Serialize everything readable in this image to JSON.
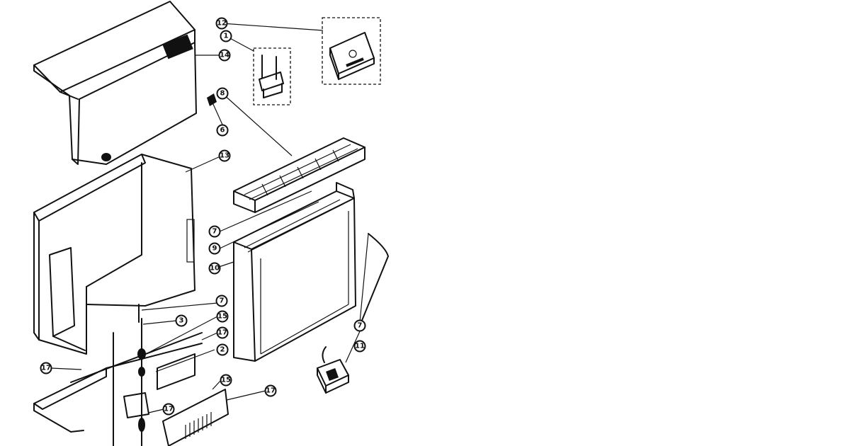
{
  "callouts": [
    {
      "id": "c12",
      "label": "12"
    },
    {
      "id": "c1",
      "label": "1"
    },
    {
      "id": "c14",
      "label": "14"
    },
    {
      "id": "c8",
      "label": "8"
    },
    {
      "id": "c6",
      "label": "6"
    },
    {
      "id": "c13",
      "label": "13"
    },
    {
      "id": "c7a",
      "label": "7"
    },
    {
      "id": "c9",
      "label": "9"
    },
    {
      "id": "c10",
      "label": "10"
    },
    {
      "id": "c7b",
      "label": "7"
    },
    {
      "id": "c3",
      "label": "3"
    },
    {
      "id": "c15a",
      "label": "15"
    },
    {
      "id": "c17a",
      "label": "17"
    },
    {
      "id": "c2",
      "label": "2"
    },
    {
      "id": "c7c",
      "label": "7"
    },
    {
      "id": "c11",
      "label": "11"
    },
    {
      "id": "c17b",
      "label": "17"
    },
    {
      "id": "c15b",
      "label": "15"
    },
    {
      "id": "c17c",
      "label": "17"
    },
    {
      "id": "c17d",
      "label": "17"
    }
  ]
}
